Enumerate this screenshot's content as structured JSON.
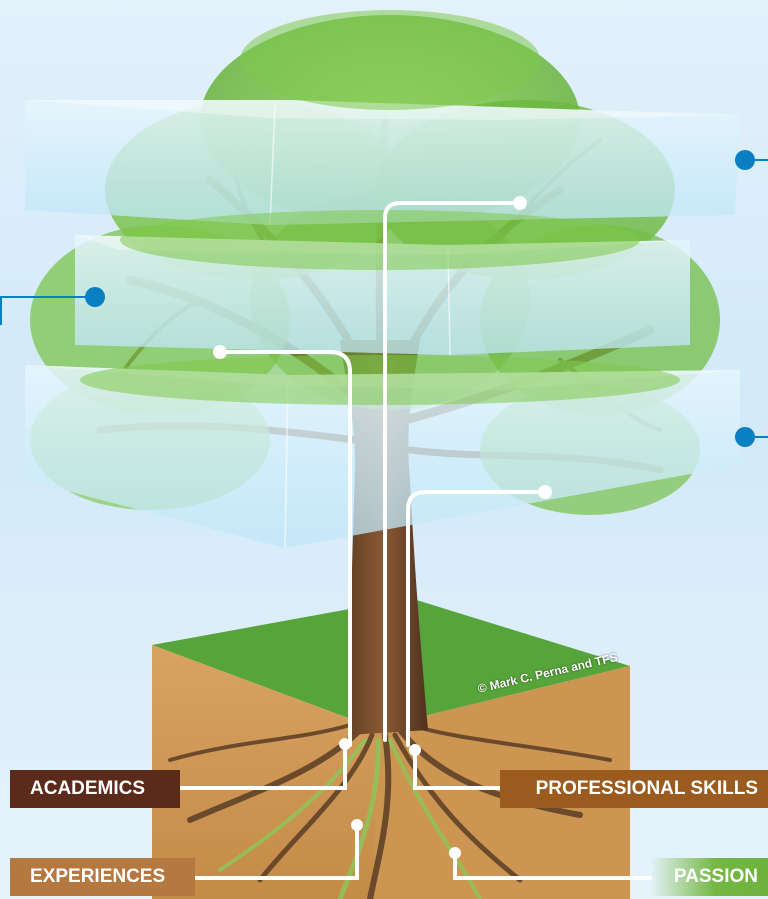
{
  "labels": {
    "academics": "ACADEMICS",
    "professional_skills": "PROFESSIONAL SKILLS",
    "experiences": "EXPERIENCES",
    "passion": "PASSION"
  },
  "copyright": "© Mark C. Perna and TFS",
  "colors": {
    "academics": "#5a2a1a",
    "professional_skills": "#9b5a1e",
    "experiences": "#b5793f",
    "passion": "#6db23e",
    "callout_dot": "#0a7fc2",
    "connector_line": "#ffffff"
  }
}
